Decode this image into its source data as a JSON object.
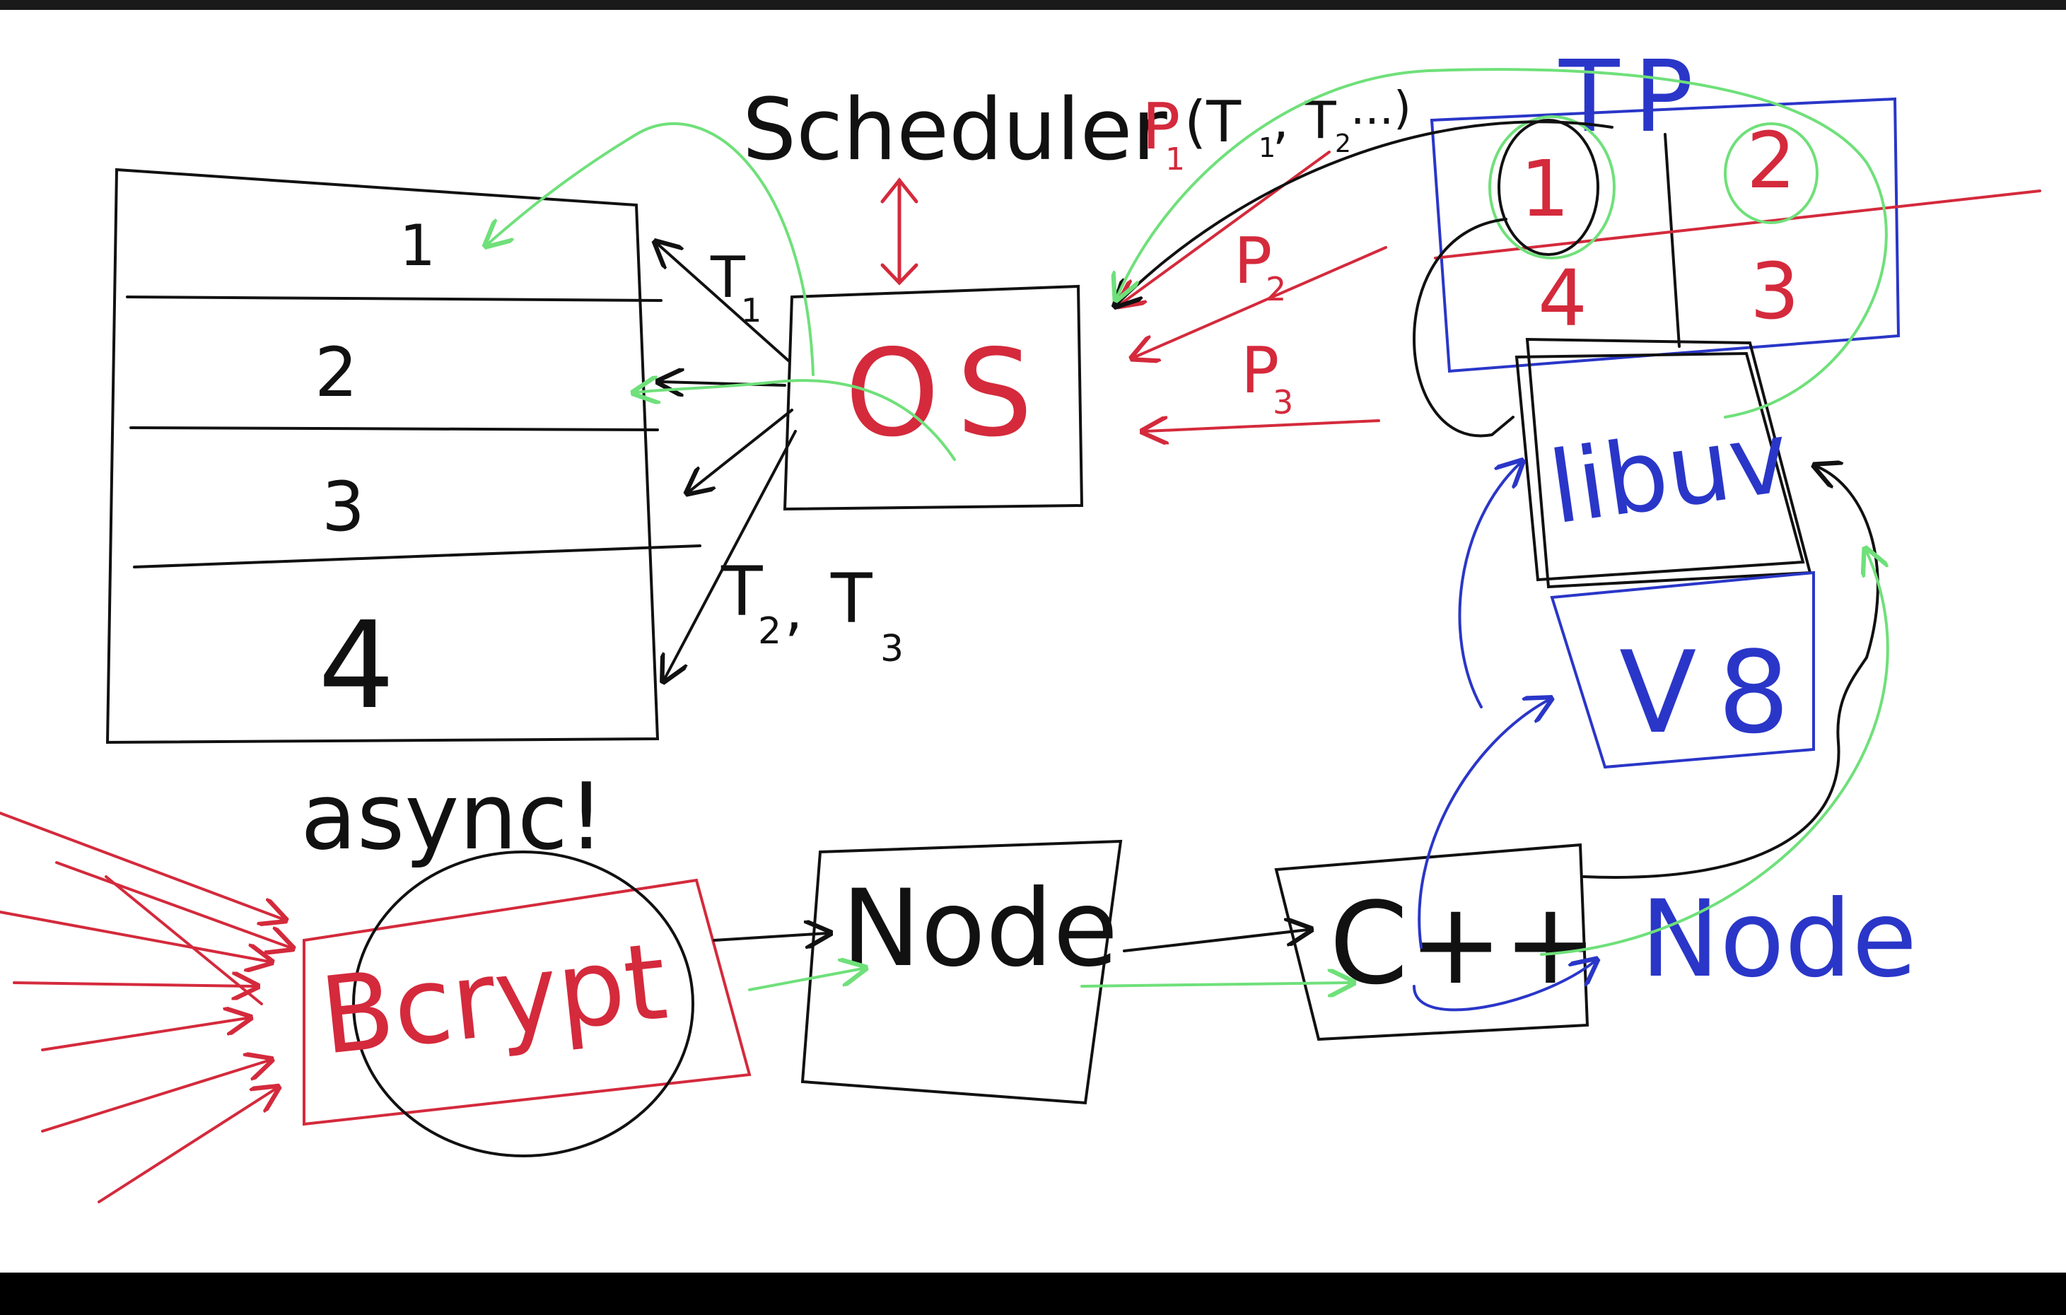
{
  "colors": {
    "ink": "#111111",
    "red": "#d42a3c",
    "green": "#6fe07a",
    "blue": "#2a36c8",
    "paper": "#ffffff",
    "frame": "#000000"
  },
  "diagram": {
    "scheduler_label": "Scheduler",
    "os_label": "OS",
    "cpu_cores": [
      "1",
      "2",
      "3",
      "4"
    ],
    "thread_labels": {
      "t1": "T",
      "t1_sub": "1",
      "t23": "T",
      "t2_sub": "2",
      "comma": ",",
      "t3": "T",
      "t3_sub": "3"
    },
    "process_labels": {
      "p1": "P",
      "p1_sub": "1",
      "p1_args": "(T",
      "p1_args_sub": "1",
      "p1_rest": ", T",
      "p1_rest_sub": "2",
      "p1_tail": "...)",
      "p2": "P",
      "p2_sub": "2",
      "p3": "P",
      "p3_sub": "3"
    },
    "thread_pool_label": "TP",
    "thread_pool_cells": [
      "1",
      "2",
      "4",
      "3"
    ],
    "libuv_label": "libuv",
    "v8_label": "V8",
    "cpp_label": "C++",
    "node_label_blue": "Node",
    "node_box_label": "Node",
    "bcrypt_label": "Bcrypt",
    "async_label": "async!"
  }
}
